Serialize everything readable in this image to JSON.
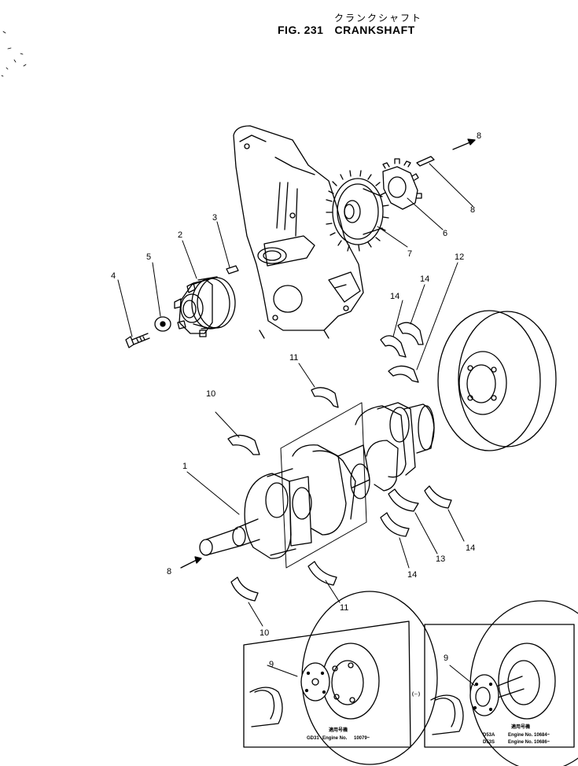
{
  "figure": {
    "title_jp": "クランクシャフト",
    "fig_label": "FIG. 231",
    "title_en": "CRANKSHAFT"
  },
  "callouts": {
    "p1": "1",
    "p2": "2",
    "p3": "3",
    "p4": "4",
    "p5": "5",
    "p6": "6",
    "p7": "7",
    "p8a": "8",
    "p8b": "8",
    "p8c": "8",
    "p9a": "9",
    "p9b": "9",
    "p10a": "10",
    "p10b": "10",
    "p11a": "11",
    "p11b": "11",
    "p12": "12",
    "p13": "13",
    "p14a": "14",
    "p14b": "14",
    "p14c": "14",
    "p14d": "14"
  },
  "insets": {
    "left": {
      "jp_note": "適用号機",
      "model": "GD31",
      "engine_label": "Engine No.",
      "engine_no": "10079~"
    },
    "right": {
      "jp_note": "適用号機",
      "model1": "D53A",
      "engine1": "Engine No. 10684~",
      "model2": "D53S",
      "engine2": "Engine No. 10686~"
    },
    "connector": "(⇔)"
  },
  "icons": {
    "crankshaft": "crankshaft-drawing",
    "timing_case": "timing-case-drawing",
    "flywheel": "flywheel-drawing"
  }
}
